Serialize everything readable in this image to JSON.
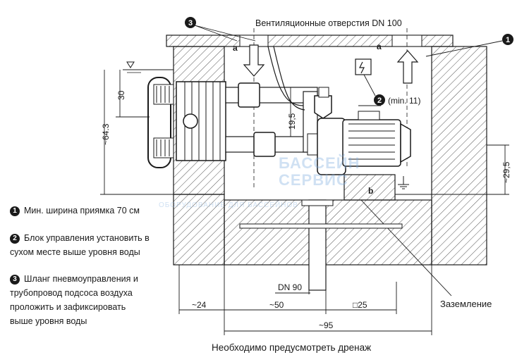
{
  "labels": {
    "vent": "Вентиляционные отверстия DN 100",
    "a_left": "a",
    "a_right": "a",
    "b": "b",
    "min11": "(min. 11)",
    "dim_30": "30",
    "dim_64_3": "~64.3",
    "dim_19_5": "19,5",
    "dim_29_5": "~29,5",
    "dim_24": "~24",
    "dim_50": "~50",
    "dim_25": "□25",
    "dim_95": "~95",
    "dn90": "DN 90",
    "ground": "Заземление"
  },
  "callouts": [
    "1",
    "2",
    "3"
  ],
  "notes": [
    {
      "num": "1",
      "lines": [
        "Мин. ширина приямка 70 см"
      ]
    },
    {
      "num": "2",
      "lines": [
        "Блок управления установить в",
        "сухом месте выше уровня воды"
      ]
    },
    {
      "num": "3",
      "lines": [
        "Шланг пневмоуправления и",
        "трубопровод подсоса воздуха",
        "проложить и зафиксировать",
        "выше уровня воды"
      ]
    }
  ],
  "caption": "Необходимо предусмотреть дренаж",
  "watermark": {
    "line1": "БАССЕЙН",
    "line2": "СЕРВИС",
    "line3": "ОБОРУДОВАНИЕ ДЛЯ БАССЕЙНОВ"
  },
  "colors": {
    "line": "#1a1a1a",
    "hatch": "#555555",
    "watermark": "#78aadc"
  }
}
